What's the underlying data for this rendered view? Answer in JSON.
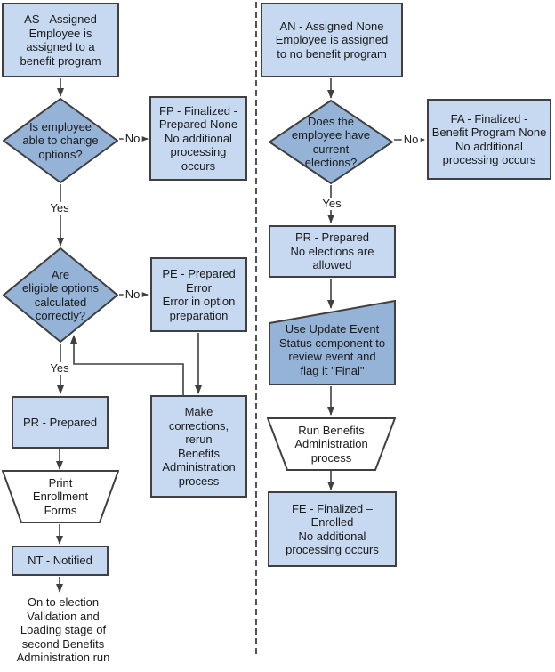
{
  "colors": {
    "box_light": "#c6d9f1",
    "box_medium": "#95b3d7",
    "shape_white": "#ffffff",
    "border": "#404040",
    "line": "#404040",
    "text": "#1a1a1a",
    "background": "#ffffff"
  },
  "left_flow": {
    "nodes": {
      "as": {
        "text": "AS - Assigned\nEmployee is\nassigned to a\nbenefit program"
      },
      "d1": {
        "text": "Is employee\nable to change\noptions?"
      },
      "fp": {
        "text": "FP - Finalized -\nPrepared None\nNo additional\nprocessing\noccurs"
      },
      "d2": {
        "text": "Are\neligible options\ncalculated\ncorrectly?"
      },
      "pe": {
        "text": "PE - Prepared\nError\nError in option\npreparation"
      },
      "pr": {
        "text": "PR - Prepared"
      },
      "make": {
        "text": "Make\ncorrections,\nrerun\nBenefits\nAdministration\nprocess"
      },
      "print_forms": {
        "text": "Print\nEnrollment\nForms"
      },
      "nt": {
        "text": "NT - Notified"
      },
      "end_note": {
        "text": "On to election\nValidation and\nLoading stage of\nsecond Benefits\nAdministration run"
      }
    },
    "labels": {
      "d1_no": "No",
      "d1_yes": "Yes",
      "d2_no": "No",
      "d2_yes": "Yes"
    }
  },
  "right_flow": {
    "nodes": {
      "an": {
        "text": "AN - Assigned None\nEmployee is assigned\nto no benefit program"
      },
      "d3": {
        "text": "Does the\nemployee have\ncurrent\nelections?"
      },
      "fa": {
        "text": "FA - Finalized -\nBenefit Program None\nNo additional\nprocessing occurs"
      },
      "pr2": {
        "text": "PR - Prepared\nNo elections are\nallowed"
      },
      "update_event": {
        "text": "Use Update Event\nStatus component to\nreview event and\nflag it \"Final\""
      },
      "run_ba": {
        "text": "Run Benefits\nAdministration\nprocess"
      },
      "fe": {
        "text": "FE - Finalized –\nEnrolled\nNo additional\nprocessing occurs"
      }
    },
    "labels": {
      "d3_no": "No",
      "d3_yes": "Yes"
    }
  }
}
